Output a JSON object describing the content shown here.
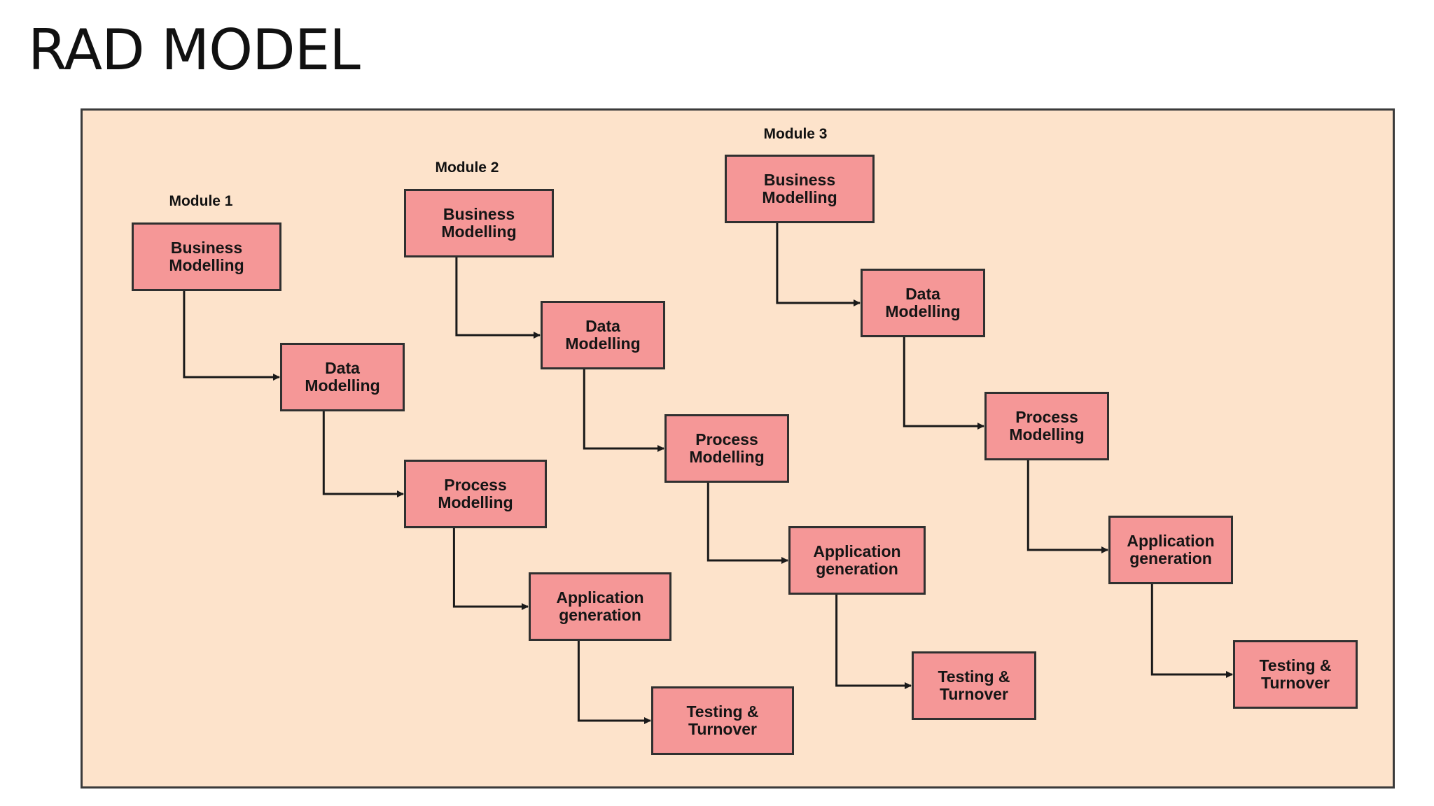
{
  "title": "RAD MODEL",
  "modules": [
    {
      "label": "Module 1",
      "steps": [
        "Business\nModelling",
        "Data\nModelling",
        "Process\nModelling",
        "Application\ngeneration",
        "Testing &\nTurnover"
      ]
    },
    {
      "label": "Module 2",
      "steps": [
        "Business\nModelling",
        "Data\nModelling",
        "Process\nModelling",
        "Application\ngeneration",
        "Testing &\nTurnover"
      ]
    },
    {
      "label": "Module 3",
      "steps": [
        "Business\nModelling",
        "Data\nModelling",
        "Process\nModelling",
        "Application\ngeneration",
        "Testing &\nTurnover"
      ]
    }
  ],
  "colors": {
    "panel_background": "#fde3cb",
    "box_fill": "#f59797",
    "box_border": "#303030",
    "connector": "#1a1a1a"
  }
}
